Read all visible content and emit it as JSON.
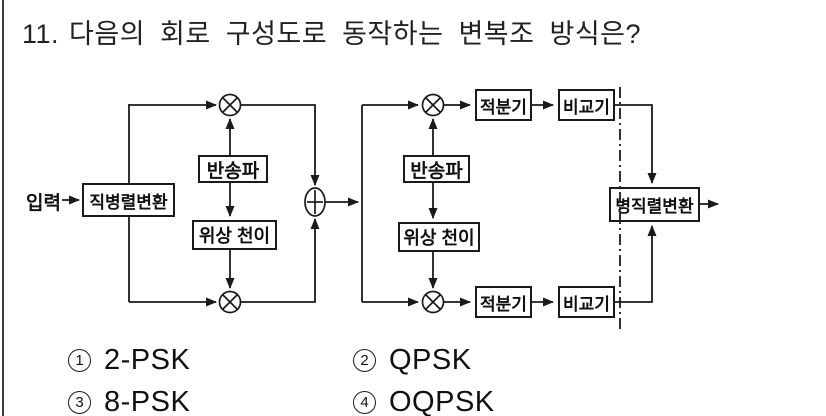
{
  "question": {
    "number": "11.",
    "text": "다음의 회로 구성도로 동작하는 변복조 방식은?"
  },
  "diagram": {
    "input_label": "입력",
    "blocks": {
      "serial_to_parallel": "직병렬변환",
      "carrier_1": "반송파",
      "phase_shift_1": "위상 천이",
      "carrier_2": "반송파",
      "phase_shift_2": "위상 천이",
      "integrator_1": "적분기",
      "comparator_1": "비교기",
      "integrator_2": "적분기",
      "comparator_2": "비교기",
      "parallel_to_serial": "병직렬변환"
    },
    "symbols": {
      "multiplier": "⊗",
      "adder": "⊕"
    }
  },
  "options": [
    {
      "number": "1",
      "label": "2-PSK"
    },
    {
      "number": "2",
      "label": "QPSK"
    },
    {
      "number": "3",
      "label": "8-PSK"
    },
    {
      "number": "4",
      "label": "OQPSK"
    }
  ],
  "colors": {
    "ink": "#1a1a1a",
    "background": "#ffffff"
  }
}
